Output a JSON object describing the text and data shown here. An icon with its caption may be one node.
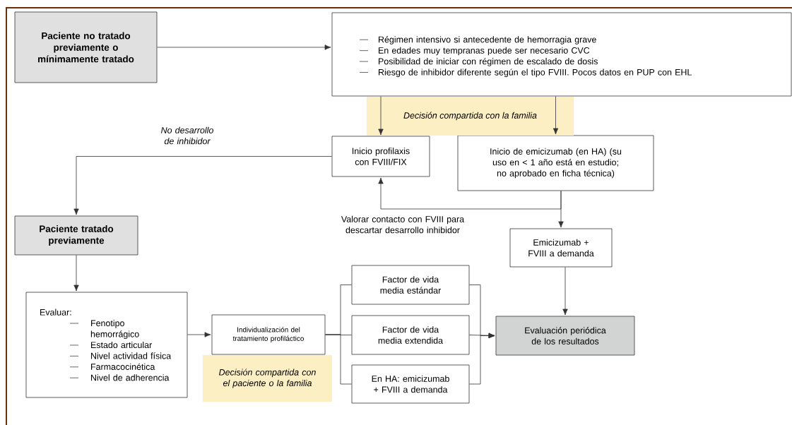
{
  "diagram": {
    "nodes": [
      {
        "text": [
          "Paciente no tratado previamente o mínimamente tratado"
        ]
      },
      {
        "text": [
          "Régimen intensivo si antecedente de hemorragia grave",
          "En edades muy tempranas puede ser necesario CVC",
          "Posibilidad de iniciar con régimen de escalado de dosis",
          "Riesgo de inhibidor diferente según el tipo FVIII. Pocos datos en PUP con EHL"
        ]
      },
      {
        "text": [
          "Inicio profilaxis con FVIII/FIX"
        ]
      },
      {
        "text": [
          "Inicio de emicizumab (en HA) (su uso en < 1 año está en estudio; no aprobado en ficha técnica)"
        ]
      },
      {
        "text": [
          "Paciente tratado previamente"
        ]
      },
      {
        "text": [
          "Evaluar:",
          "Fenotipo hemorrágico",
          "Estado articular",
          "Nivel actividad física",
          "Farmacocinética",
          "Nivel de adherencia"
        ]
      },
      {
        "text": [
          "Individualización del tratamiento profiláctico"
        ]
      },
      {
        "text": [
          "Decisión compartida con el paciente o la familia"
        ]
      },
      {
        "text": [
          "Factor de vida media estándar"
        ]
      },
      {
        "text": [
          "Factor de vida media extendida"
        ]
      },
      {
        "text": [
          "En HA: emicizumab + FVIII a demanda"
        ]
      },
      {
        "text": [
          "Emicizumab + FVIII a demanda"
        ]
      },
      {
        "text": [
          "Evaluación periódica de los resultados"
        ]
      }
    ],
    "edges": [
      {
        "from": 0,
        "to": 1,
        "arrow": "to"
      },
      {
        "from": 1,
        "to": 2,
        "arrow": "to"
      },
      {
        "from": 1,
        "to": 3,
        "arrow": "to"
      },
      {
        "from": 2,
        "to": 4,
        "arrow": "to",
        "label": "No desarrollo de inhibidor"
      },
      {
        "from": 3,
        "to": 2,
        "arrow": "to",
        "label": "Valorar contacto con FVIII para descartar desarrollo inhibidor"
      },
      {
        "from": 3,
        "to": 11,
        "arrow": "to"
      },
      {
        "from": 4,
        "to": 5,
        "arrow": "to"
      },
      {
        "from": 5,
        "to": 6,
        "arrow": "to"
      },
      {
        "from": 6,
        "to": 8,
        "arrow": "none"
      },
      {
        "from": 6,
        "to": 9,
        "arrow": "none"
      },
      {
        "from": 6,
        "to": 10,
        "arrow": "none"
      },
      {
        "from": 8,
        "to": 12,
        "arrow": "to"
      },
      {
        "from": 9,
        "to": 12,
        "arrow": "to"
      },
      {
        "from": 10,
        "to": 12,
        "arrow": "to"
      },
      {
        "from": 11,
        "to": 12,
        "arrow": "to"
      }
    ],
    "labels": [
      "Decisión compartida con la familia"
    ]
  }
}
